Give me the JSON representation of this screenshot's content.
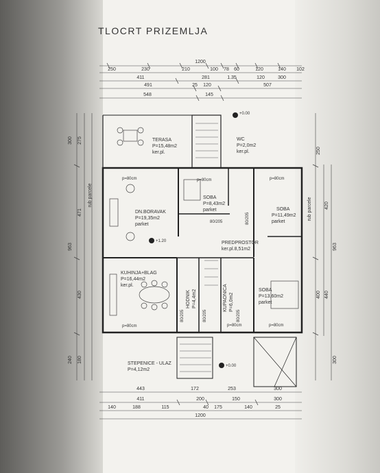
{
  "title": "TLOCRT PRIZEMLJA",
  "dims": {
    "top_total": "1200",
    "top_row1": [
      "250",
      "230",
      "210",
      "100",
      "78",
      "60",
      "120",
      "140",
      "102"
    ],
    "top_row2": [
      "411",
      "281",
      "1.35",
      "120",
      "300"
    ],
    "top_row3": [
      "491",
      "25",
      "120",
      "507"
    ],
    "top_row4": [
      "548",
      "145"
    ],
    "bottom_row1": [
      "443",
      "172",
      "253",
      "300"
    ],
    "bottom_row2": [
      "411",
      "200",
      "150",
      "300"
    ],
    "bottom_row3": [
      "140",
      "188",
      "115",
      "40",
      "175",
      "140",
      "25"
    ],
    "bottom_total": "1200",
    "left": [
      "300",
      "275",
      "471",
      "963",
      "430",
      "240",
      "180"
    ],
    "right": [
      "250",
      "420",
      "963",
      "400",
      "440",
      "300"
    ],
    "side_label": "rub parcele"
  },
  "levels": [
    "+0.00",
    "+1.20",
    "+0.00"
  ],
  "rooms": {
    "terasa": {
      "name": "TERASA",
      "area": "P=15,48m2",
      "floor": "ker.pl."
    },
    "wc": {
      "name": "WC",
      "area": "P=2,0m2",
      "floor": "ker.pl."
    },
    "dnevni": {
      "name": "DN.BORAVAK",
      "area": "P=19,35m2",
      "floor": "parket"
    },
    "soba1": {
      "name": "SOBA",
      "area": "P=8,43m2",
      "floor": "parket"
    },
    "soba2": {
      "name": "SOBA",
      "area": "P=11,49m2",
      "floor": "parket"
    },
    "predprostor": {
      "name": "PREDPROSTOR",
      "area": "ker.pl.8,51m2"
    },
    "kuhinja": {
      "name": "KUHINJA+BLAG",
      "area": "P=16,44m2",
      "floor": "ker.pl."
    },
    "hodnik": {
      "name": "HODNIK",
      "area": "P=4,4m2"
    },
    "kupaonica": {
      "name": "KUPAONICA",
      "area": "P=6,0m2"
    },
    "soba3": {
      "name": "SOBA",
      "area": "P=13,60m2",
      "floor": "parket"
    },
    "stepenice": {
      "name": "STEPENICE - ULAZ",
      "area": "P=4,12m2"
    }
  },
  "openings": [
    "p=80cm",
    "p=80cm",
    "p=80cm",
    "p=80cm",
    "p=80cm",
    "p=80cm"
  ],
  "door_sizes": [
    "80/205",
    "80/205",
    "80/205",
    "80/205",
    "80/205"
  ]
}
